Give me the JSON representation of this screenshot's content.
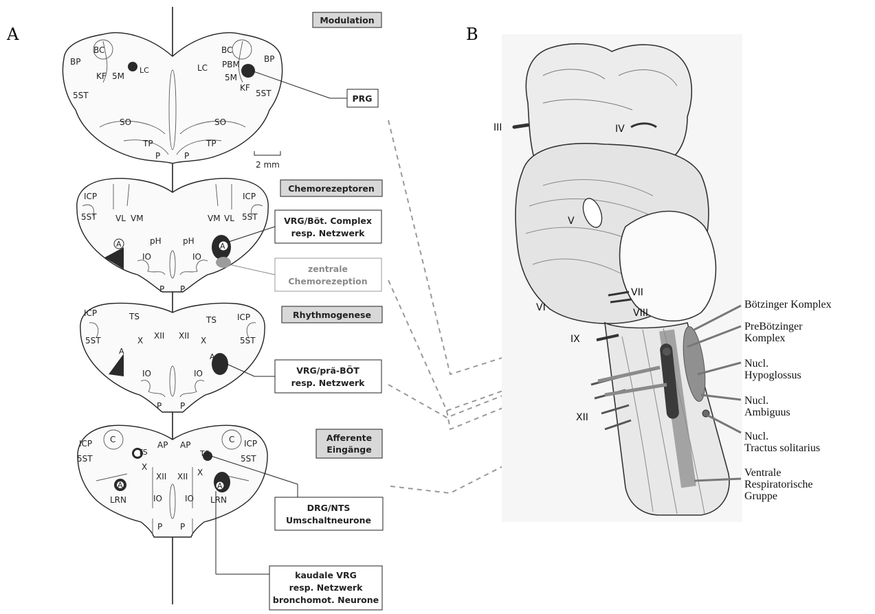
{
  "panel_a": {
    "letter": "A",
    "sections": [
      {
        "header": "Modulation",
        "labels": [
          "BC",
          "BP",
          "KF",
          "5M",
          "LC",
          "5ST",
          "SO",
          "TP",
          "P",
          "BC",
          "BP",
          "LC",
          "PBM",
          "5M",
          "KF",
          "5ST",
          "SO",
          "TP",
          "P"
        ],
        "scale": "2 mm",
        "callouts": [
          {
            "lines": [
              "PRG"
            ],
            "gray": false
          }
        ]
      },
      {
        "header": "Chemorezeptoren",
        "labels": [
          "ICP",
          "VL",
          "VM",
          "5ST",
          "pH",
          "A",
          "IO",
          "P",
          "VM",
          "VL",
          "ICP",
          "5ST",
          "pH",
          "A",
          "IO",
          "P"
        ],
        "callouts": [
          {
            "lines": [
              "VRG/Böt. Complex",
              "resp. Netzwerk"
            ],
            "gray": false
          },
          {
            "lines": [
              "zentrale",
              "Chemorezeption"
            ],
            "gray": true
          }
        ]
      },
      {
        "header": "Rhythmogenese",
        "labels": [
          "ICP",
          "TS",
          "5ST",
          "X",
          "XII",
          "A",
          "IO",
          "P",
          "TS",
          "ICP",
          "XII",
          "X",
          "5ST",
          "A",
          "IO",
          "P"
        ],
        "callouts": [
          {
            "lines": [
              "VRG/prä-BÖT",
              "resp. Netzwerk"
            ],
            "gray": false
          }
        ]
      },
      {
        "header_lines": [
          "Afferente",
          "Eingänge"
        ],
        "labels": [
          "ICP",
          "C",
          "AP",
          "5ST",
          "TS",
          "X",
          "XII",
          "A",
          "LRN",
          "IO",
          "P",
          "AP",
          "C",
          "ICP",
          "TS",
          "5ST",
          "X",
          "XII",
          "A",
          "LRN",
          "IO",
          "P"
        ],
        "callouts": [
          {
            "lines": [
              "DRG/NTS",
              "Umschaltneurone"
            ],
            "gray": false
          },
          {
            "lines": [
              "kaudale VRG",
              "resp. Netzwerk",
              "bronchomot. Neurone"
            ],
            "gray": false
          }
        ]
      }
    ]
  },
  "panel_b": {
    "letter": "B",
    "nerves": [
      "III",
      "IV",
      "V",
      "VI",
      "VII",
      "VIII",
      "IX",
      "XII"
    ],
    "legend": [
      {
        "lines": [
          "Bötzinger Komplex"
        ]
      },
      {
        "lines": [
          "PreBötzinger",
          "Komplex"
        ]
      },
      {
        "lines": [
          "Nucl.",
          "Hypoglossus"
        ]
      },
      {
        "lines": [
          "Nucl.",
          "Ambiguus"
        ]
      },
      {
        "lines": [
          "Nucl.",
          "Tractus solitarius"
        ]
      },
      {
        "lines": [
          "Ventrale",
          "Respiratorische",
          "Gruppe"
        ]
      }
    ]
  },
  "colors": {
    "dark_nucleus": "#2a2a2a",
    "gray_nucleus": "#9c9c9c",
    "dash": "#999999",
    "brainstem": "#e9e9e9"
  }
}
